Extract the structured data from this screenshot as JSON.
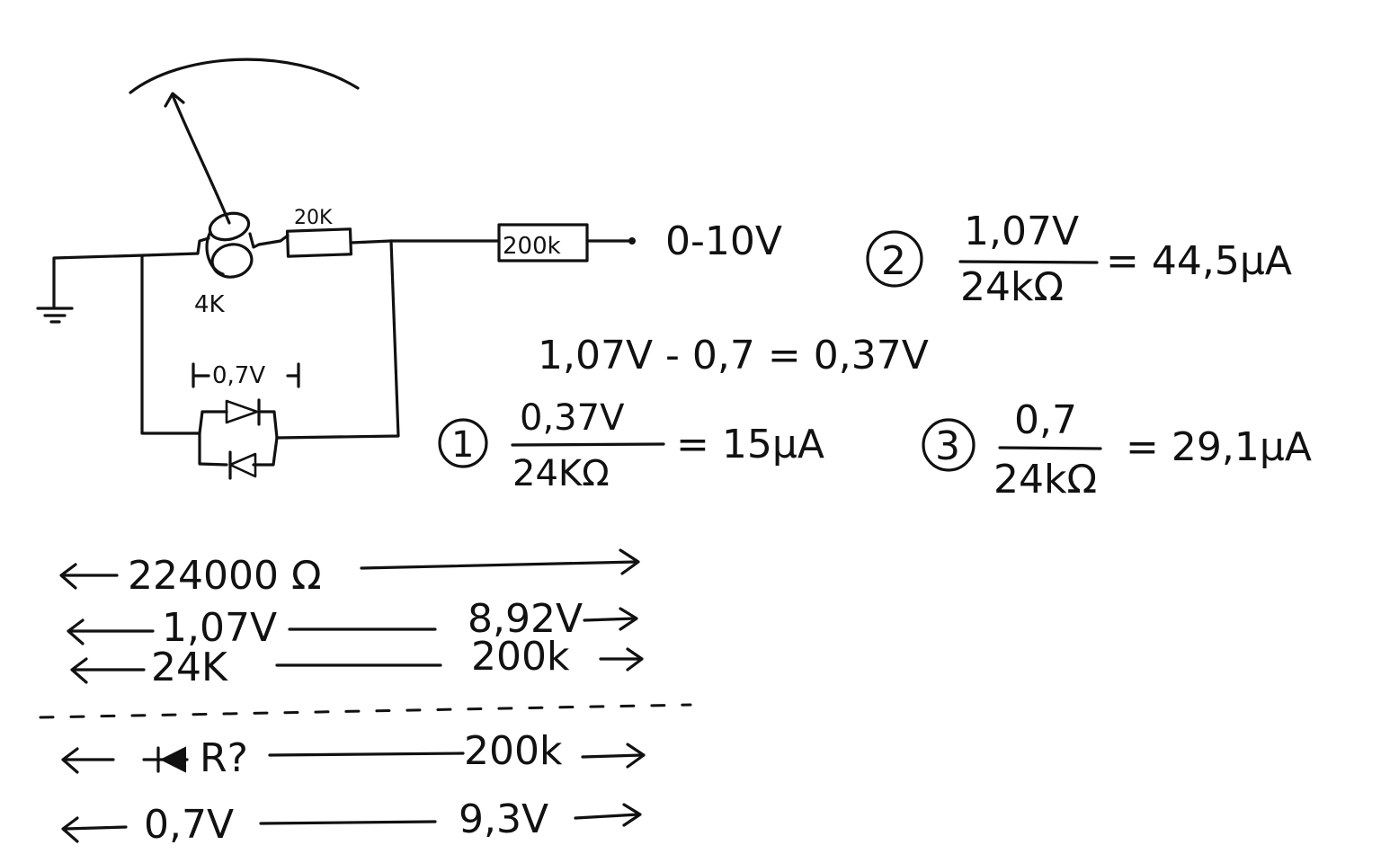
{
  "circuit": {
    "pot_label": "4K",
    "resistor_20k_label": "20K",
    "resistor_200k_label": "200k",
    "output_range_label": "0-10V",
    "diode_drop_label": "0,7V"
  },
  "calc_main": {
    "subtraction": "1,07V - 0,7 = 0,37V"
  },
  "calc_1": {
    "number": "1",
    "numerator": "0,37V",
    "denominator": "24KΩ",
    "result": "= 15µA"
  },
  "calc_2": {
    "number": "2",
    "numerator": "1,07V",
    "denominator": "24kΩ",
    "result": "= 44,5µA"
  },
  "calc_3": {
    "number": "3",
    "numerator": "0,7",
    "denominator": "24kΩ",
    "result": "= 29,1µA"
  },
  "divider_top": {
    "total": "224000 Ω",
    "left_voltage": "1,07V",
    "right_voltage": "8,92V",
    "left_resistance": "24K",
    "right_resistance": "200k"
  },
  "divider_bottom": {
    "unknown": "R?",
    "right_resistance": "200k",
    "left_voltage": "0,7V",
    "right_voltage": "9,3V"
  }
}
